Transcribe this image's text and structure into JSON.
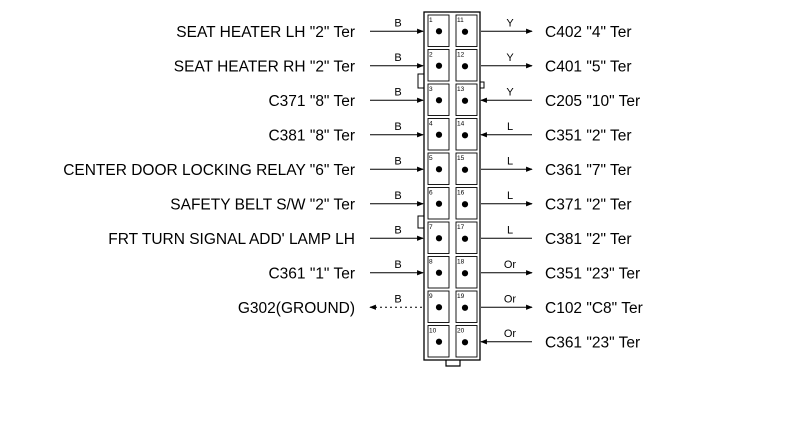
{
  "connector": {
    "rows": [
      {
        "left": {
          "pin": "1",
          "label": "SEAT HEATER LH \"2\" Ter",
          "wire": "B",
          "dir": "in"
        },
        "right": {
          "pin": "11",
          "label": "C402 \"4\" Ter",
          "wire": "Y",
          "dir": "out"
        }
      },
      {
        "left": {
          "pin": "2",
          "label": "SEAT HEATER RH \"2\" Ter",
          "wire": "B",
          "dir": "in"
        },
        "right": {
          "pin": "12",
          "label": "C401 \"5\" Ter",
          "wire": "Y",
          "dir": "out"
        }
      },
      {
        "left": {
          "pin": "3",
          "label": "C371 \"8\" Ter",
          "wire": "B",
          "dir": "in"
        },
        "right": {
          "pin": "13",
          "label": "C205 \"10\" Ter",
          "wire": "Y",
          "dir": "in"
        }
      },
      {
        "left": {
          "pin": "4",
          "label": "C381 \"8\" Ter",
          "wire": "B",
          "dir": "in"
        },
        "right": {
          "pin": "14",
          "label": "C351 \"2\" Ter",
          "wire": "L",
          "dir": "in"
        }
      },
      {
        "left": {
          "pin": "5",
          "label": "CENTER DOOR LOCKING RELAY \"6\" Ter",
          "wire": "B",
          "dir": "in"
        },
        "right": {
          "pin": "15",
          "label": "C361 \"7\" Ter",
          "wire": "L",
          "dir": "out"
        }
      },
      {
        "left": {
          "pin": "6",
          "label": "SAFETY BELT S/W \"2\" Ter",
          "wire": "B",
          "dir": "in"
        },
        "right": {
          "pin": "16",
          "label": "C371 \"2\" Ter",
          "wire": "L",
          "dir": "out"
        }
      },
      {
        "left": {
          "pin": "7",
          "label": "FRT TURN SIGNAL ADD' LAMP LH",
          "wire": "B",
          "dir": "in"
        },
        "right": {
          "pin": "17",
          "label": "C381 \"2\" Ter",
          "wire": "L",
          "dir": "none"
        }
      },
      {
        "left": {
          "pin": "8",
          "label": "C361 \"1\" Ter",
          "wire": "B",
          "dir": "in"
        },
        "right": {
          "pin": "18",
          "label": "C351 \"23\" Ter",
          "wire": "Or",
          "dir": "out"
        }
      },
      {
        "left": {
          "pin": "9",
          "label": "G302(GROUND)",
          "wire": "B",
          "dir": "out"
        },
        "right": {
          "pin": "19",
          "label": "C102 \"C8\" Ter",
          "wire": "Or",
          "dir": "out"
        }
      },
      {
        "left": {
          "pin": "10",
          "label": "",
          "wire": "",
          "dir": "none"
        },
        "right": {
          "pin": "20",
          "label": "C361 \"23\" Ter",
          "wire": "Or",
          "dir": "in"
        }
      }
    ]
  }
}
